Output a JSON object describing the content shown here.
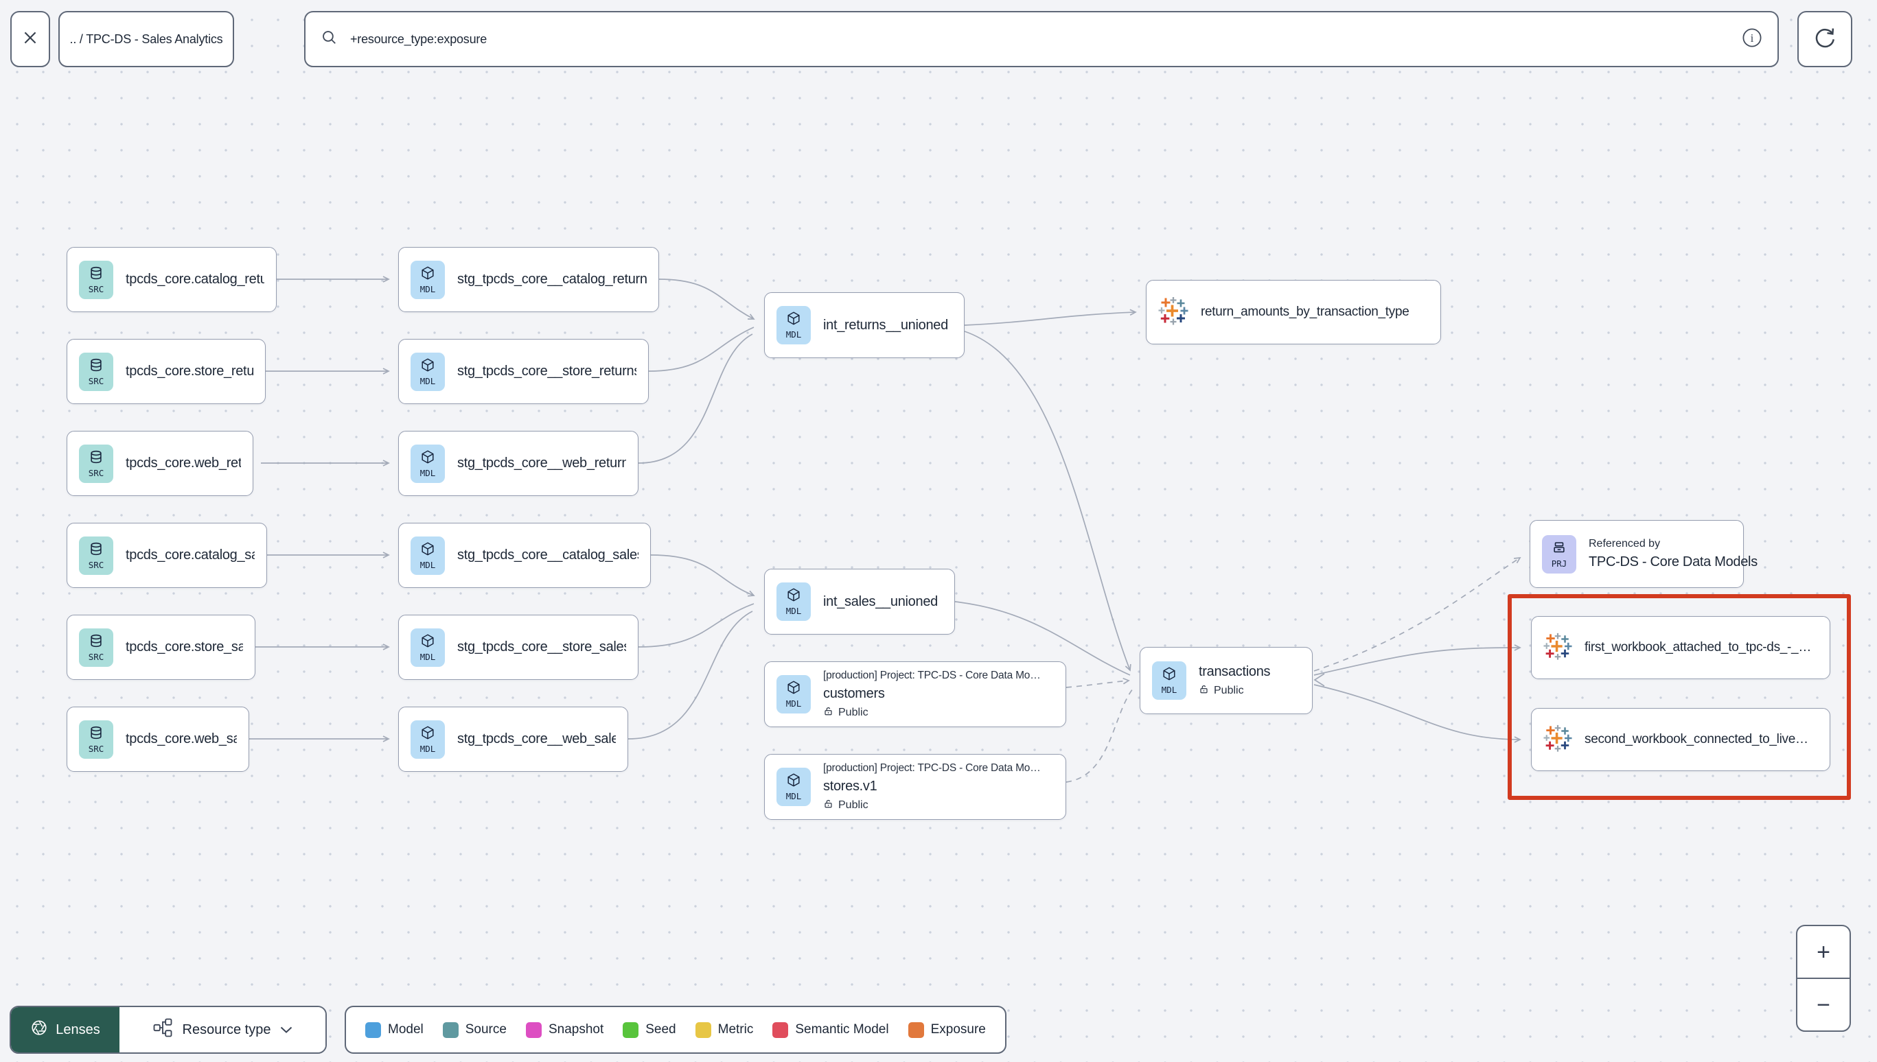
{
  "toolbar": {
    "breadcrumb": ".. / TPC-DS - Sales Analytics",
    "search_value": "+resource_type:exposure"
  },
  "graph": {
    "badges": {
      "source": "SRC",
      "model": "MDL",
      "project": "PRJ"
    },
    "sources": [
      {
        "label": "tpcds_core.catalog_returns"
      },
      {
        "label": "tpcds_core.store_returns"
      },
      {
        "label": "tpcds_core.web_returns"
      },
      {
        "label": "tpcds_core.catalog_sales"
      },
      {
        "label": "tpcds_core.store_sales"
      },
      {
        "label": "tpcds_core.web_sales"
      }
    ],
    "staging": [
      {
        "label": "stg_tpcds_core__catalog_returns"
      },
      {
        "label": "stg_tpcds_core__store_returns"
      },
      {
        "label": "stg_tpcds_core__web_returns"
      },
      {
        "label": "stg_tpcds_core__catalog_sales"
      },
      {
        "label": "stg_tpcds_core__store_sales"
      },
      {
        "label": "stg_tpcds_core__web_sales"
      }
    ],
    "intermediate": [
      {
        "label": "int_returns__unioned"
      },
      {
        "label": "int_sales__unioned"
      }
    ],
    "public_models": [
      {
        "context": "[production] Project: TPC-DS - Core Data Mo…",
        "label": "customers",
        "access": "Public"
      },
      {
        "context": "[production] Project: TPC-DS - Core Data Mo…",
        "label": "stores.v1",
        "access": "Public"
      }
    ],
    "transactions": {
      "label": "transactions",
      "access": "Public"
    },
    "exposures": [
      {
        "label": "return_amounts_by_transaction_type"
      },
      {
        "label": "first_workbook_attached_to_tpc-ds_-_…"
      },
      {
        "label": "second_workbook_connected_to_live…"
      }
    ],
    "referenced_by": {
      "title": "Referenced by",
      "name": "TPC-DS - Core Data Models"
    }
  },
  "legend": {
    "items": [
      {
        "label": "Model",
        "color": "#4d9fdc"
      },
      {
        "label": "Source",
        "color": "#5f99a0"
      },
      {
        "label": "Snapshot",
        "color": "#dd4ec2"
      },
      {
        "label": "Seed",
        "color": "#58c43c"
      },
      {
        "label": "Metric",
        "color": "#e7c645"
      },
      {
        "label": "Semantic Model",
        "color": "#e04d5c"
      },
      {
        "label": "Exposure",
        "color": "#e1783c"
      }
    ]
  },
  "lenses": {
    "label": "Lenses",
    "filter_label": "Resource type"
  },
  "zoom_controls": {
    "zoom_in": "+",
    "zoom_out": "−"
  },
  "theme": {
    "selection_red": "#d23b20",
    "lenses_green": "#2a5a50",
    "src_chip": "#abdedb",
    "mdl_chip": "#b9ddf6",
    "prj_chip": "#c5c9f4"
  }
}
